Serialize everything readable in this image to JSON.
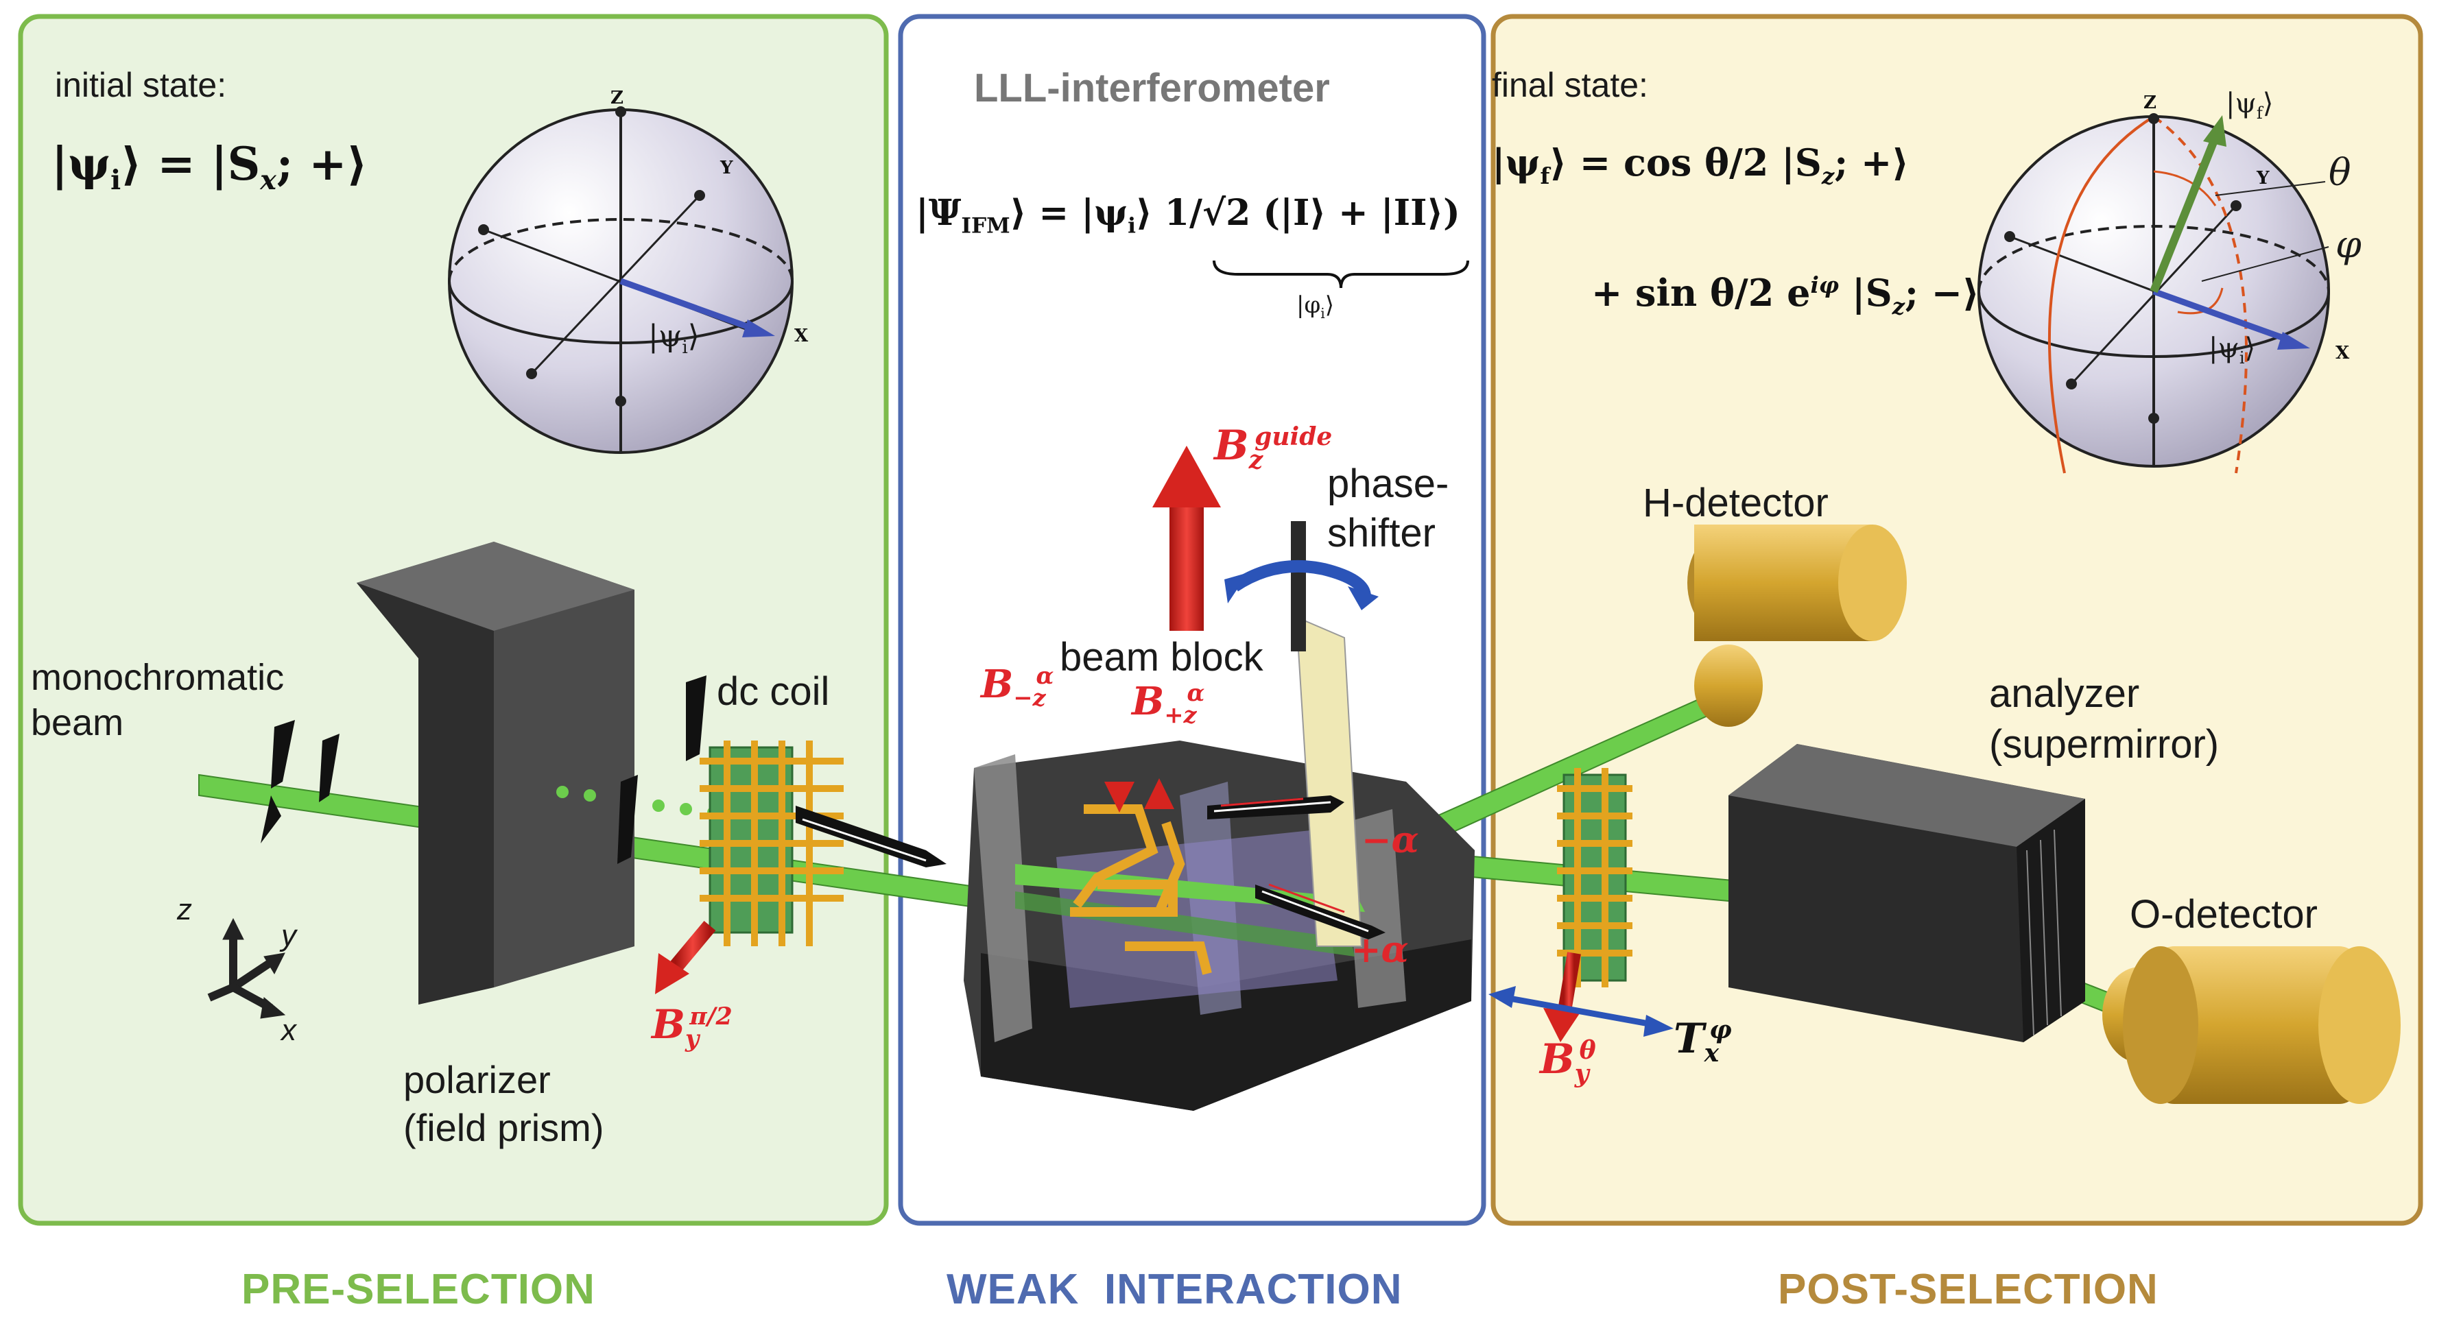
{
  "colors": {
    "pre_border": "#7dbb4c",
    "pre_fill": "#e9f3df",
    "weak_border": "#4f6bb0",
    "weak_fill": "#ffffff",
    "post_border": "#b58a3c",
    "post_fill": "#fbf5d8",
    "beam": "#6ccd4c",
    "field_arrow": "#d6241f",
    "rotation_arrow": "#2b54b8",
    "detector": "#d8ac38"
  },
  "pre_selection": {
    "section_label": "PRE-SELECTION",
    "initial_state_label": "initial state:",
    "state_lhs": "|ψ",
    "state_lhs_sub": "i",
    "state_rhs": "⟩ = |S",
    "state_rhs_sub": "x",
    "state_end": "; +⟩",
    "sphere_axes": {
      "z": "Z",
      "y": "Y",
      "x": "X"
    },
    "sphere_vector_label": "|ψ",
    "sphere_vector_sub": "i",
    "labels": {
      "beam_line1": "monochromatic",
      "beam_line2": "beam",
      "dc_coil": "dc coil",
      "polarizer_line1": "polarizer",
      "polarizer_line2": "(field prism)",
      "coords_z": "z",
      "coords_y": "y",
      "coords_x": "x"
    },
    "field_label": "B",
    "field_sub": "y",
    "field_sup": "π/2"
  },
  "weak_interaction": {
    "section_label": "WEAK  INTERACTION",
    "title": "LLL-interferometer",
    "eq_lhs": "|Ψ",
    "eq_lhs_sub": "IFM",
    "eq_mid": "⟩ = |ψ",
    "eq_mid_sub": "i",
    "eq_frac": "⟩ 1/√2",
    "eq_paren": "(|I⟩ + |II⟩)",
    "eq_under": "|φ",
    "eq_under_sub": "i",
    "labels": {
      "phase_shifter_line1": "phase-",
      "phase_shifter_line2": "shifter",
      "beam_block": "beam block",
      "minus_alpha": "−α",
      "plus_alpha": "+α"
    },
    "field_guide": "B",
    "field_guide_sub": "z",
    "field_guide_sup": "guide",
    "field_mz": "B",
    "field_mz_sub": "−z",
    "field_mz_sup": "α",
    "field_pz": "B",
    "field_pz_sub": "+z",
    "field_pz_sup": "α"
  },
  "post_selection": {
    "section_label": "POST-SELECTION",
    "final_state_label": "final state:",
    "eq1_lhs": "|ψ",
    "eq1_lhs_sub": "f",
    "eq1_rhs": "⟩ = cos θ/2 |S",
    "eq1_rhs_sub": "z",
    "eq1_end": "; +⟩",
    "eq2": "+ sin θ/2 e",
    "eq2_sup": "iφ",
    "eq2_mid": " |S",
    "eq2_sub": "z",
    "eq2_end": "; −⟩",
    "sphere_axes": {
      "z": "Z",
      "y": "Y",
      "x": "X"
    },
    "sphere_theta": "θ",
    "sphere_phi": "φ",
    "sphere_vec_f": "|ψ",
    "sphere_vec_f_sub": "f",
    "sphere_vec_i": "|ψ",
    "sphere_vec_i_sub": "i",
    "labels": {
      "h_detector": "H-detector",
      "analyzer_line1": "analyzer",
      "analyzer_line2": "(supermirror)",
      "o_detector": "O-detector"
    },
    "field_theta": "B",
    "field_theta_sub": "y",
    "field_theta_sup": "θ",
    "field_phi": "T",
    "field_phi_sub": "x",
    "field_phi_sup": "φ"
  }
}
